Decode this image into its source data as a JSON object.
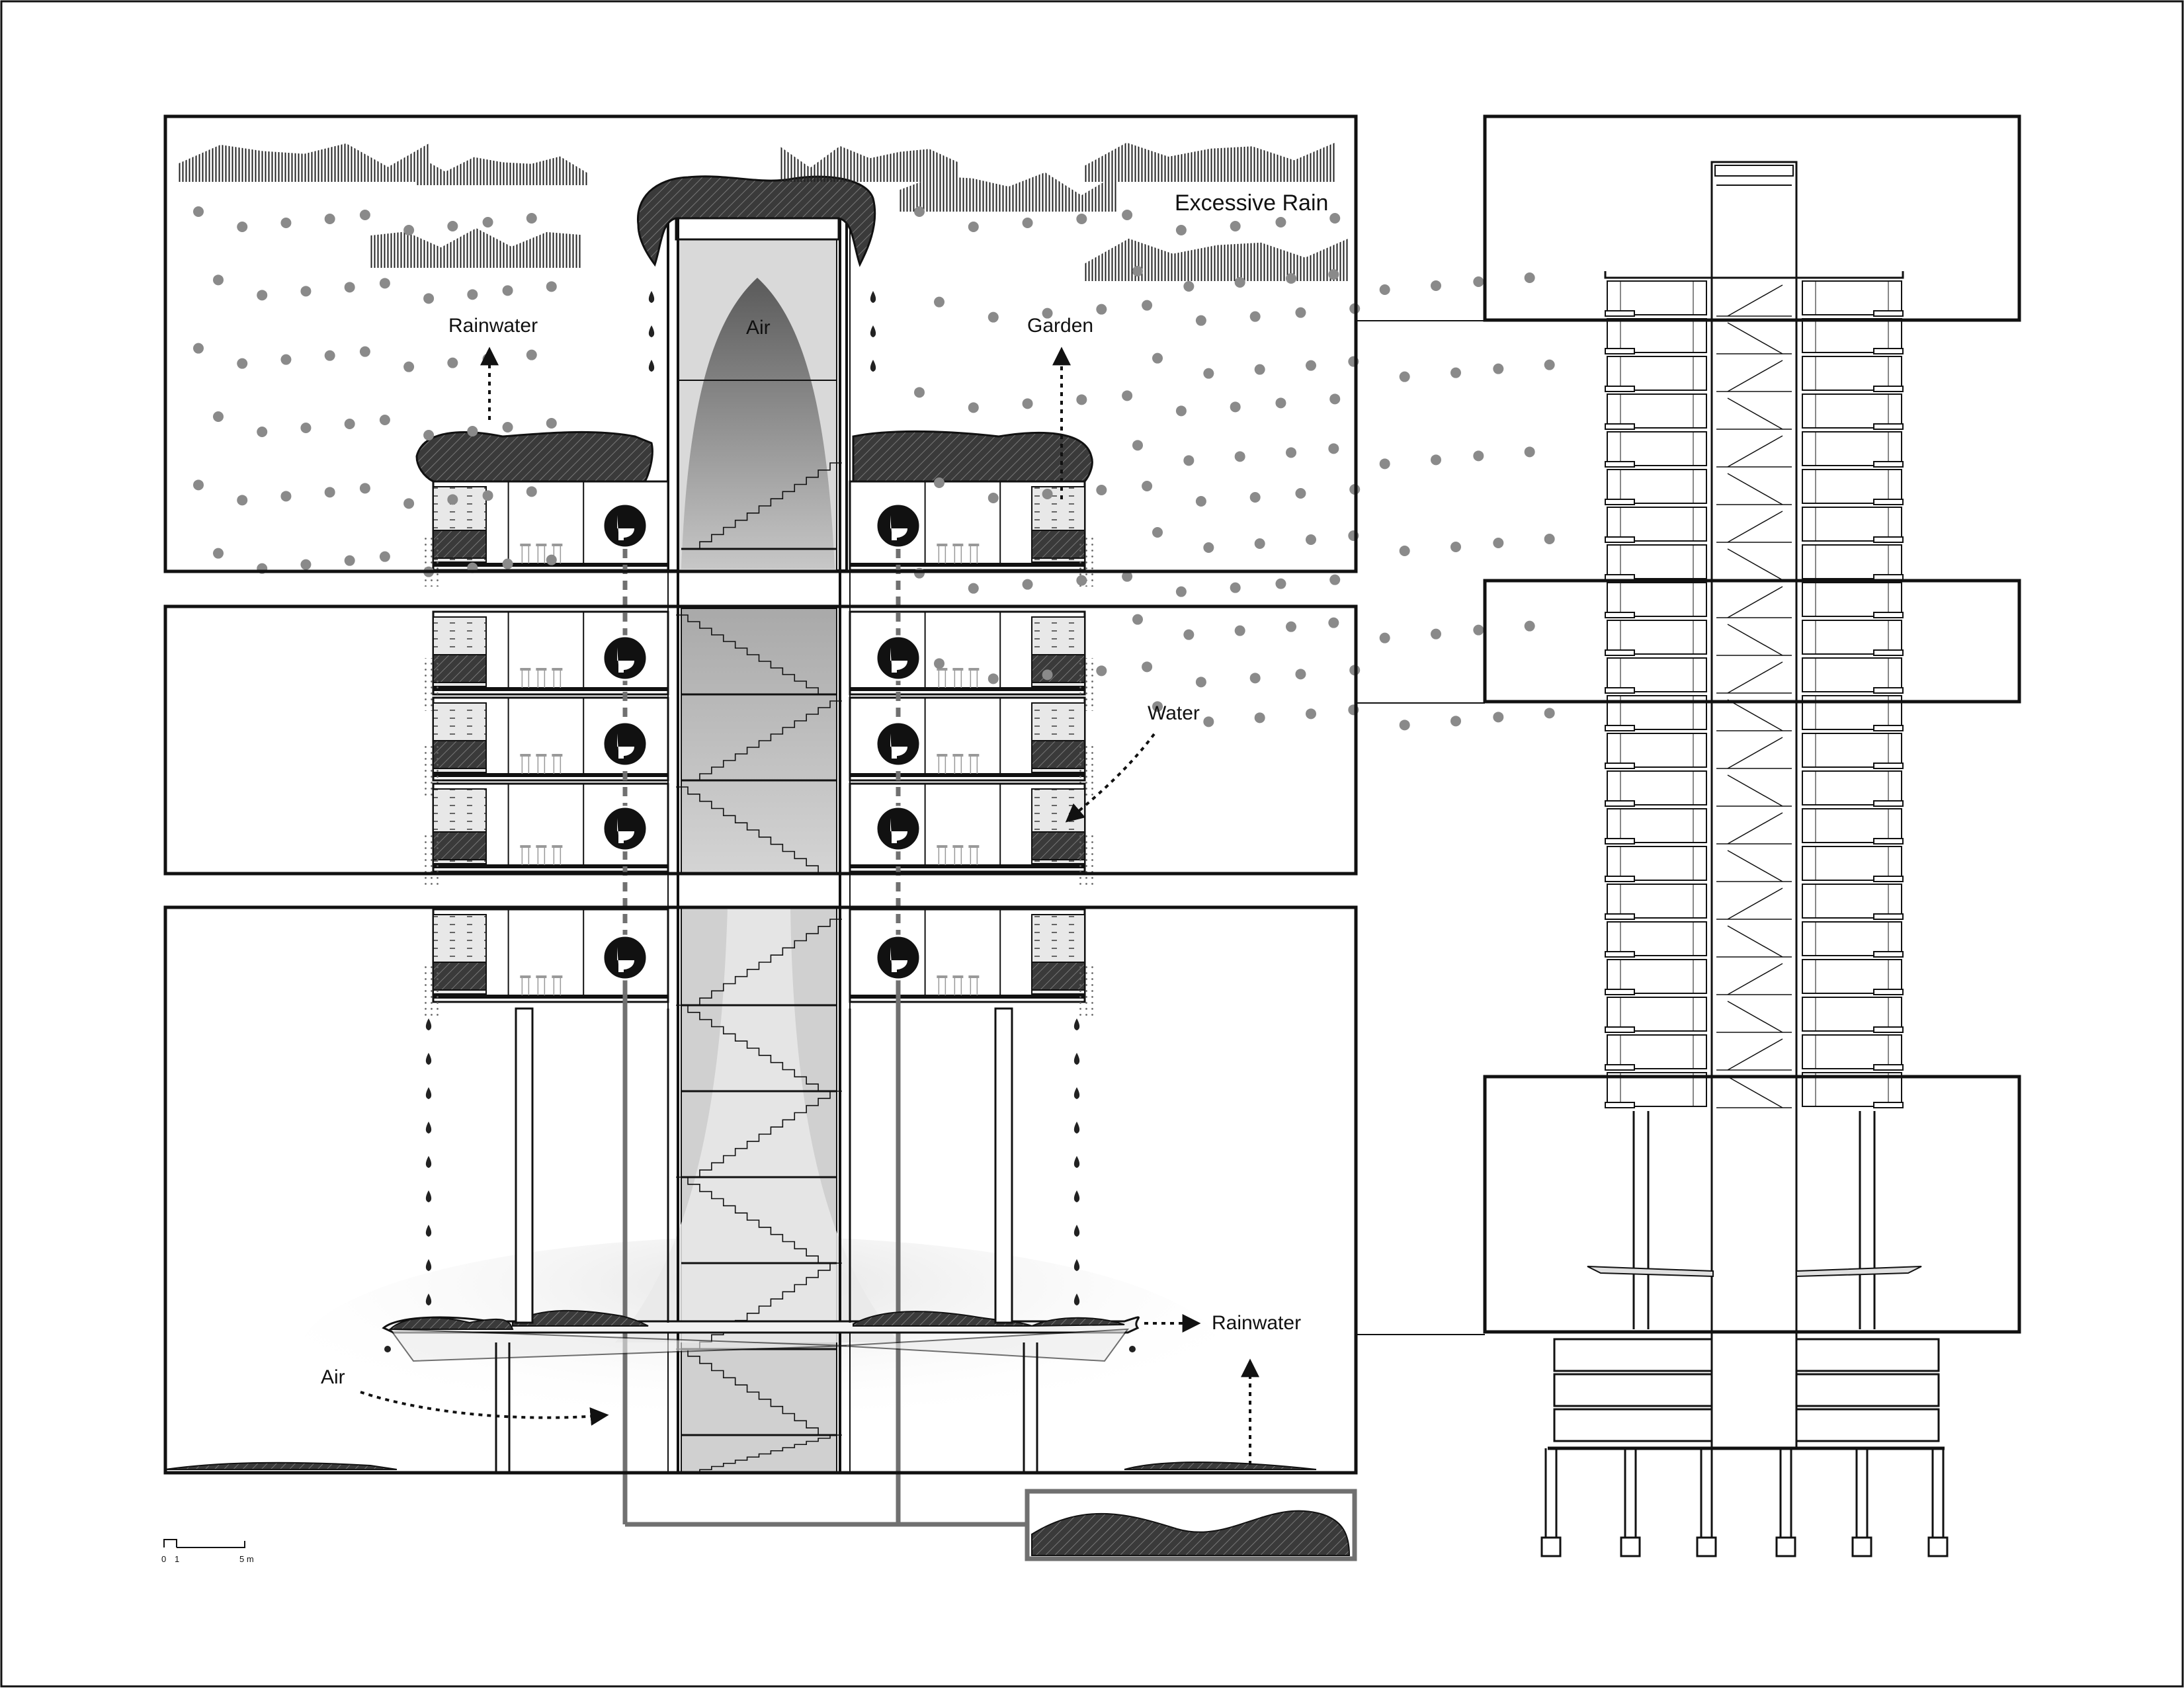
{
  "labels": {
    "excessive_rain": "Excessive Rain",
    "rainwater_top": "Rainwater",
    "air_top": "Air",
    "garden": "Garden",
    "water": "Water",
    "air_bottom": "Air",
    "rainwater_bottom": "Rainwater"
  },
  "scale_bar": {
    "tick_0": "0",
    "tick_1": "1",
    "tick_5": "5 m"
  },
  "colors": {
    "line": "#111111",
    "core_gray": "#bdbdbd",
    "core_dark": "#6e6e6e",
    "pipe": "#707070",
    "rain_dot": "#8a8a8a"
  }
}
